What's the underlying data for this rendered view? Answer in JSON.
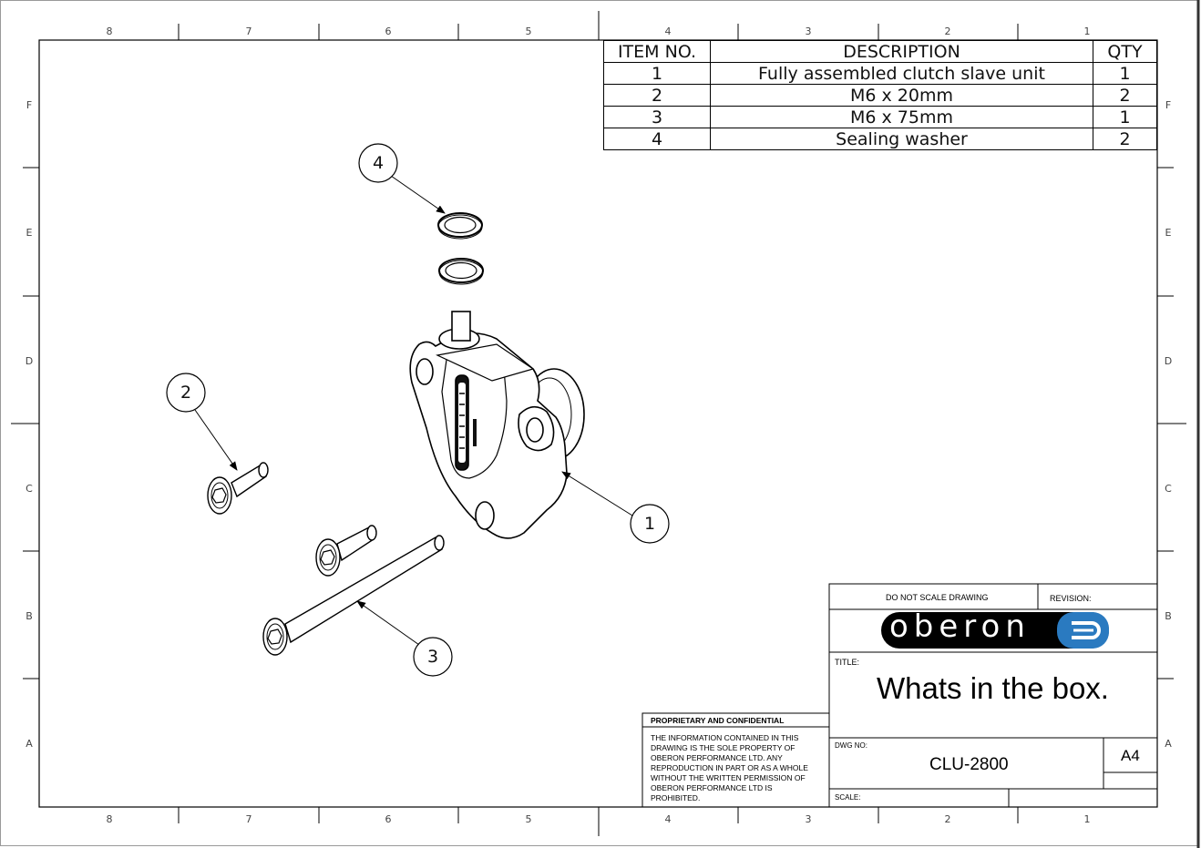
{
  "zones": {
    "columns": [
      "8",
      "7",
      "6",
      "5",
      "4",
      "3",
      "2",
      "1"
    ],
    "rows": [
      "F",
      "E",
      "D",
      "C",
      "B",
      "A"
    ]
  },
  "bom": {
    "headers": {
      "item": "ITEM NO.",
      "description": "DESCRIPTION",
      "qty": "QTY"
    },
    "rows": [
      {
        "item": "1",
        "description": "Fully assembled clutch slave unit",
        "qty": "1"
      },
      {
        "item": "2",
        "description": "M6 x 20mm",
        "qty": "2"
      },
      {
        "item": "3",
        "description": "M6 x 75mm",
        "qty": "1"
      },
      {
        "item": "4",
        "description": "Sealing washer",
        "qty": "2"
      }
    ]
  },
  "callouts": [
    "1",
    "2",
    "3",
    "4"
  ],
  "title_block": {
    "do_not_scale": "DO NOT SCALE DRAWING",
    "revision_label": "REVISION:",
    "logo_text": "oberon",
    "title_label": "TITLE:",
    "title": "Whats in the box.",
    "dwg_no_label": "DWG NO:",
    "dwg_no": "CLU-2800",
    "size": "A4",
    "scale_label": "SCALE:",
    "proprietary_heading": "PROPRIETARY AND CONFIDENTIAL",
    "proprietary_lines": [
      "THE INFORMATION CONTAINED IN THIS",
      "DRAWING IS THE SOLE PROPERTY OF",
      "OBERON PERFORMANCE LTD.  ANY",
      "REPRODUCTION IN PART OR AS A WHOLE",
      "WITHOUT THE WRITTEN PERMISSION OF",
      "OBERON PERFORMANCE LTD IS",
      "PROHIBITED."
    ]
  },
  "colors": {
    "line": "#000000",
    "logo_bg": "#000000",
    "logo_accent": "#2a7ac0"
  }
}
